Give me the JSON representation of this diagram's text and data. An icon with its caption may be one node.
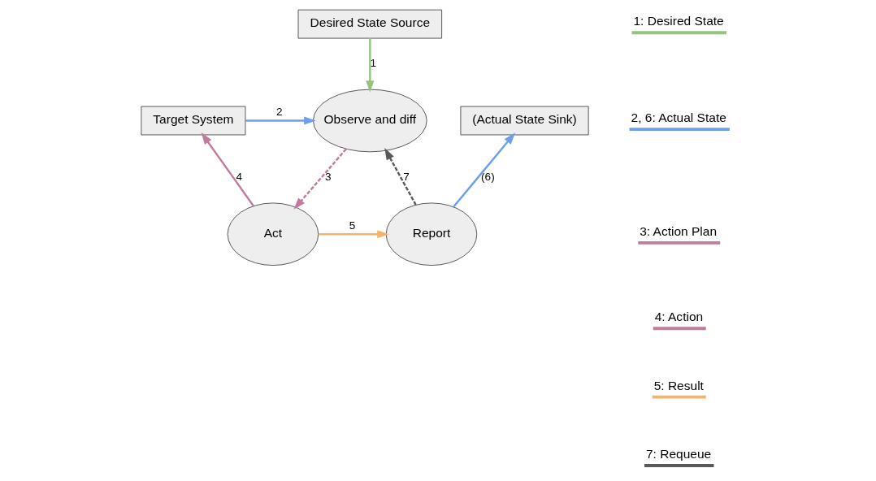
{
  "diagram": {
    "nodes": [
      {
        "text": [
          "Desired State Source"
        ]
      },
      {
        "text": [
          "Observe and diff"
        ]
      },
      {
        "text": [
          "Target System"
        ]
      },
      {
        "text": [
          "(Actual State Sink)"
        ]
      },
      {
        "text": [
          "Report"
        ]
      },
      {
        "text": [
          "Act"
        ]
      }
    ],
    "edges": [
      {
        "from": 0,
        "to": 1,
        "arrow": "to",
        "label": "1",
        "color": "#93c47d"
      },
      {
        "from": 2,
        "to": 1,
        "arrow": "to",
        "label": "2",
        "color": "#6d9eeb"
      },
      {
        "from": 1,
        "to": 5,
        "arrow": "to",
        "label": "3",
        "style": "dashed",
        "color": "#c27ba0"
      },
      {
        "from": 5,
        "to": 2,
        "arrow": "to",
        "label": "4",
        "color": "#c27ba0"
      },
      {
        "from": 5,
        "to": 4,
        "arrow": "to",
        "label": "5",
        "color": "#f6b26b"
      },
      {
        "from": 4,
        "to": 3,
        "arrow": "to",
        "label": "(6)",
        "color": "#6d9eeb"
      },
      {
        "from": 4,
        "to": 1,
        "arrow": "to",
        "label": "7",
        "style": "dashed",
        "color": "#595959"
      }
    ],
    "legend": [
      {
        "text": "1: Desired State"
      },
      {
        "text": "2, 6: Actual State"
      },
      {
        "text": "3: Action Plan"
      },
      {
        "text": "4: Action"
      },
      {
        "text": "5: Result"
      },
      {
        "text": "7: Requeue"
      }
    ]
  }
}
